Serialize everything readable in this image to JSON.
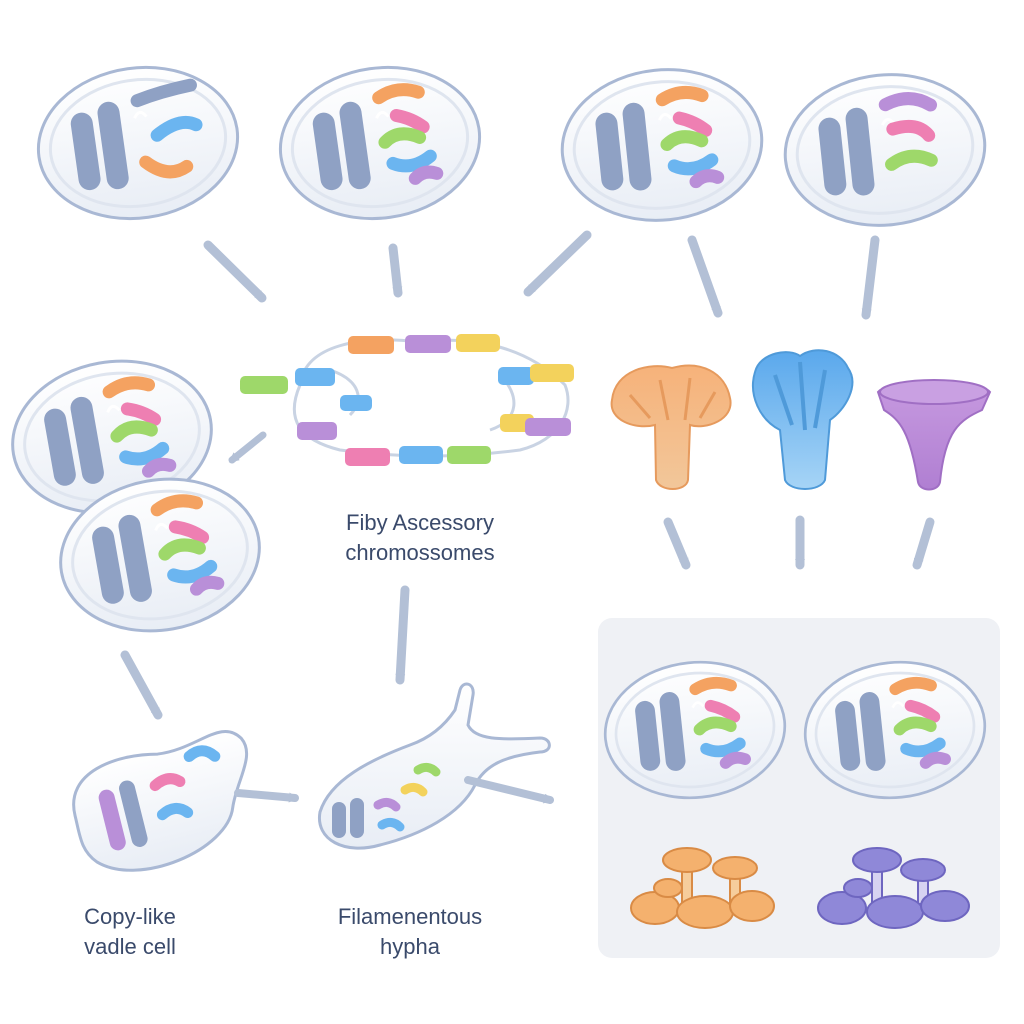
{
  "labels": {
    "accessory": {
      "line1": "Fiby Ascessory",
      "line2": "chromossomes"
    },
    "cell": {
      "line1": "Copy-like",
      "line2": "vadle cell"
    },
    "hypha": {
      "line1": "Filamenentous",
      "line2": "hypha"
    }
  },
  "colors": {
    "cell_fill": "#f3f5f9",
    "cell_outline": "#a9b8d4",
    "nucleus": "#8fa1c4",
    "arrow": "#b3c0d6",
    "orange": "#f4a261",
    "blue": "#6bb5f0",
    "purple": "#b98fd8",
    "green": "#9ed86a",
    "pink": "#ee7fb2",
    "yellow": "#f3d25c"
  },
  "icons": [
    "cell-icon",
    "chromosome-ring-icon",
    "fruiting-body-icon",
    "mushroom-cluster-icon",
    "hypha-icon",
    "arrow-icon"
  ]
}
